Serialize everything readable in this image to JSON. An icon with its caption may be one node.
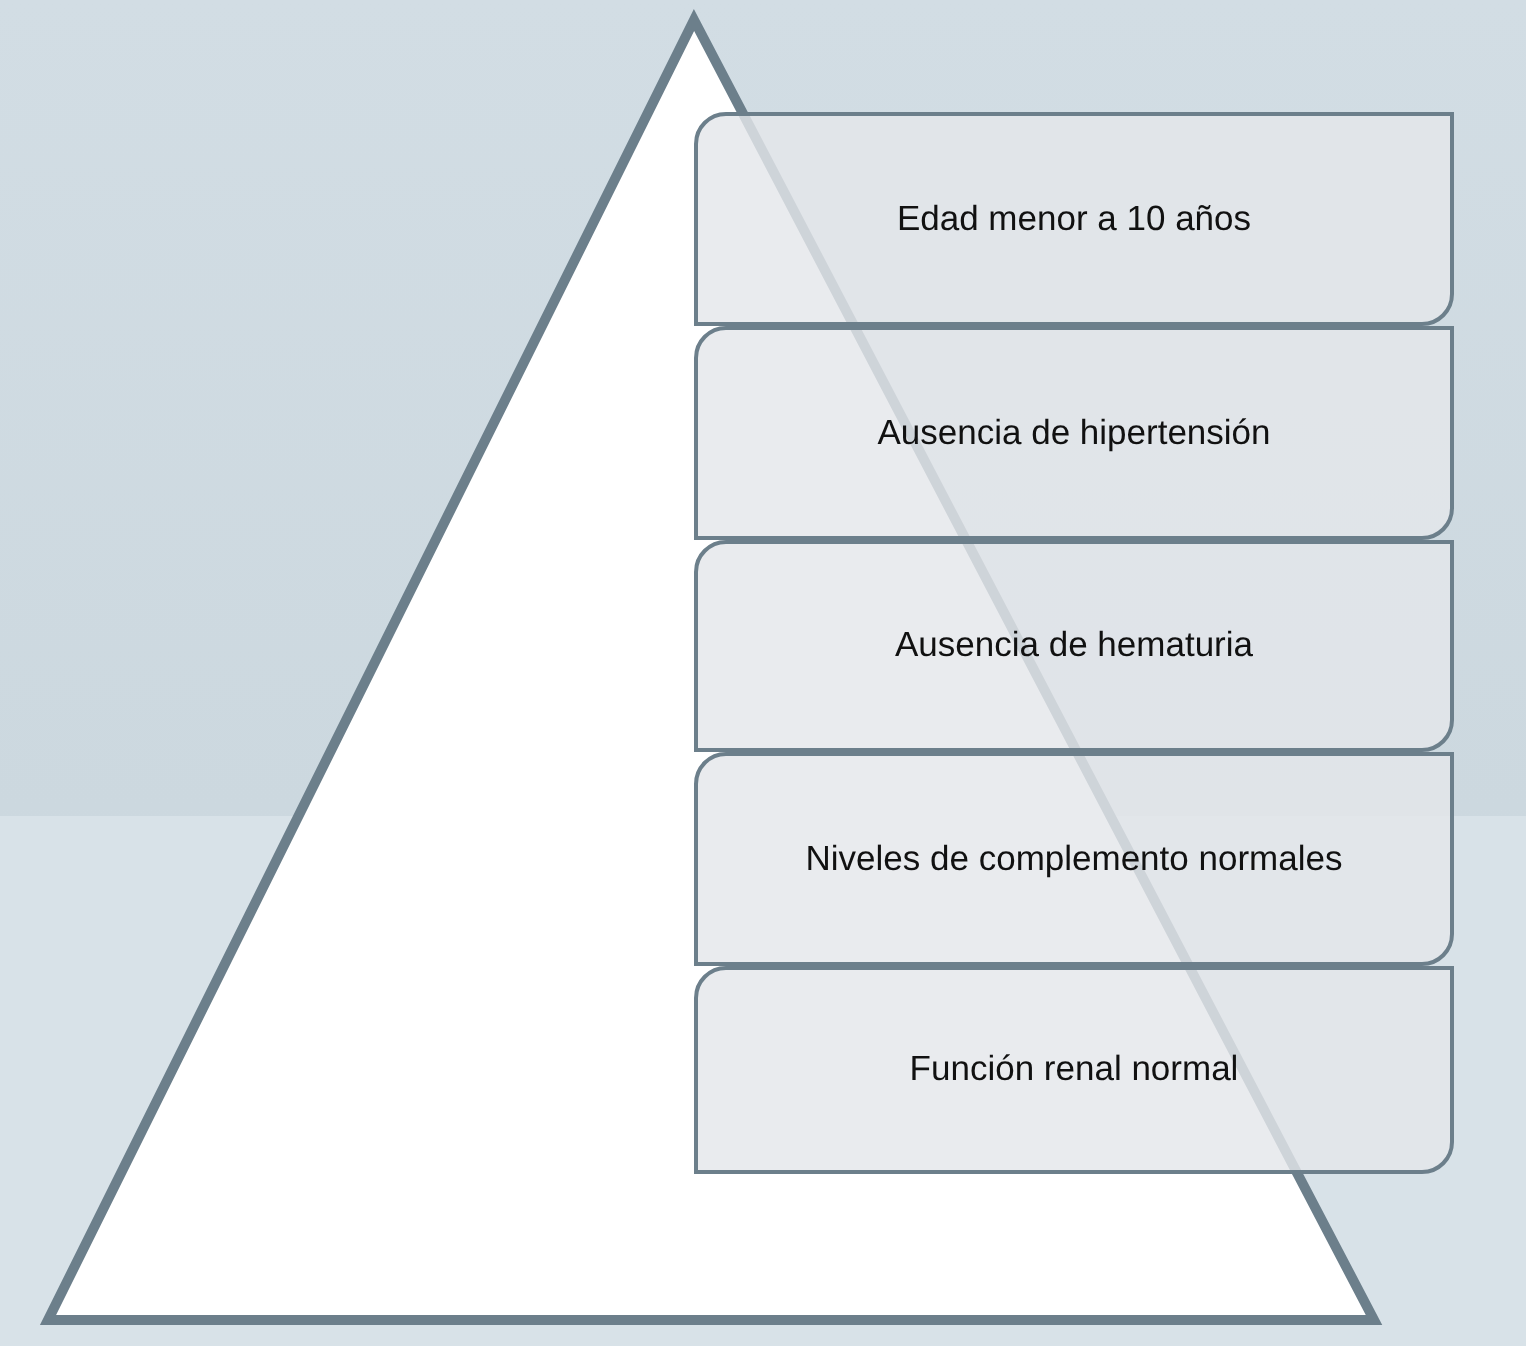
{
  "diagram": {
    "nodes": [
      {
        "text": [
          "Edad menor a 10 años"
        ]
      },
      {
        "text": [
          "Ausencia de hipertensión"
        ]
      },
      {
        "text": [
          "Ausencia de hematuria"
        ]
      },
      {
        "text": [
          "Niveles de complemento normales"
        ]
      },
      {
        "text": [
          "Función renal normal"
        ]
      }
    ]
  }
}
